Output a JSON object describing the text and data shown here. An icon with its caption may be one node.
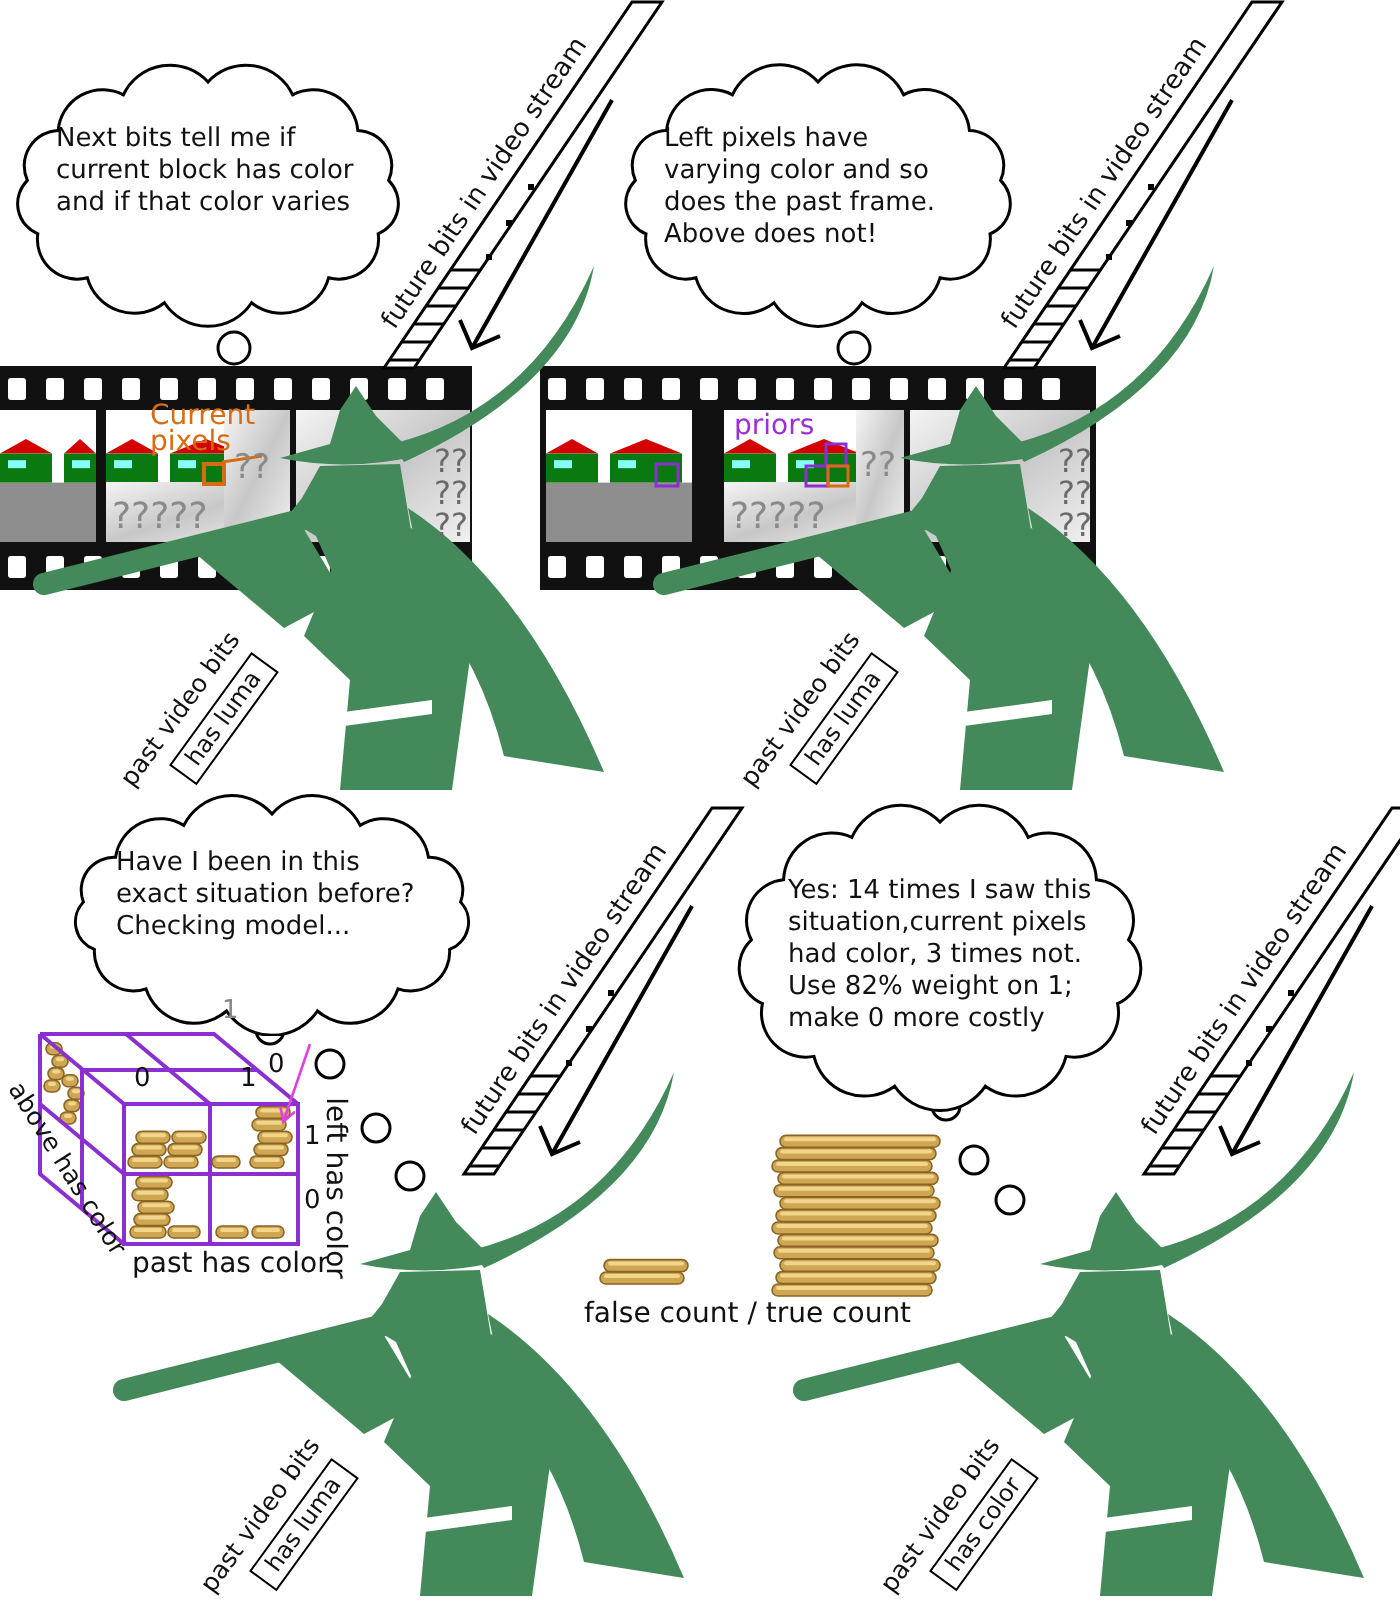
{
  "diagram": {
    "nodes": [
      {
        "text": [
          "Next bits tell me if current block has color and if that color varies"
        ]
      },
      {
        "text": [
          "Current pixels"
        ]
      },
      {
        "text": [],
        "shape": "box"
      },
      {
        "text": [
          "past video bits",
          "has luma"
        ]
      },
      {
        "text": [
          "Left pixels have varying color and so does the past frame. Above does not!"
        ]
      },
      {
        "text": [
          "past video bits",
          "has luma"
        ]
      },
      {
        "text": [
          "Have I been in this exact situation before? Checking model..."
        ]
      },
      {
        "text": [
          "past video bits",
          "has luma"
        ]
      },
      {
        "text": [
          "Yes: 14 times I saw this situation,current pixels had color, 3 times not. Use 82% weight on 1; make 0 more costly"
        ]
      },
      {
        "text": [
          "past video bits",
          "has color"
        ]
      }
    ],
    "edges": [
      {
        "from": 1,
        "to": 2,
        "arrow": "none"
      }
    ],
    "labels": [
      "future bits in video stream",
      "??",
      "?????",
      "?? ?? ??",
      "future bits in video stream",
      "priors",
      "??",
      "?????",
      "?? ?? ??",
      "1",
      "0",
      "0",
      "1",
      "1",
      "0",
      "above has color",
      "left has color",
      "past has color",
      "future bits in video stream",
      "false count / true count",
      "future bits in video stream"
    ]
  }
}
